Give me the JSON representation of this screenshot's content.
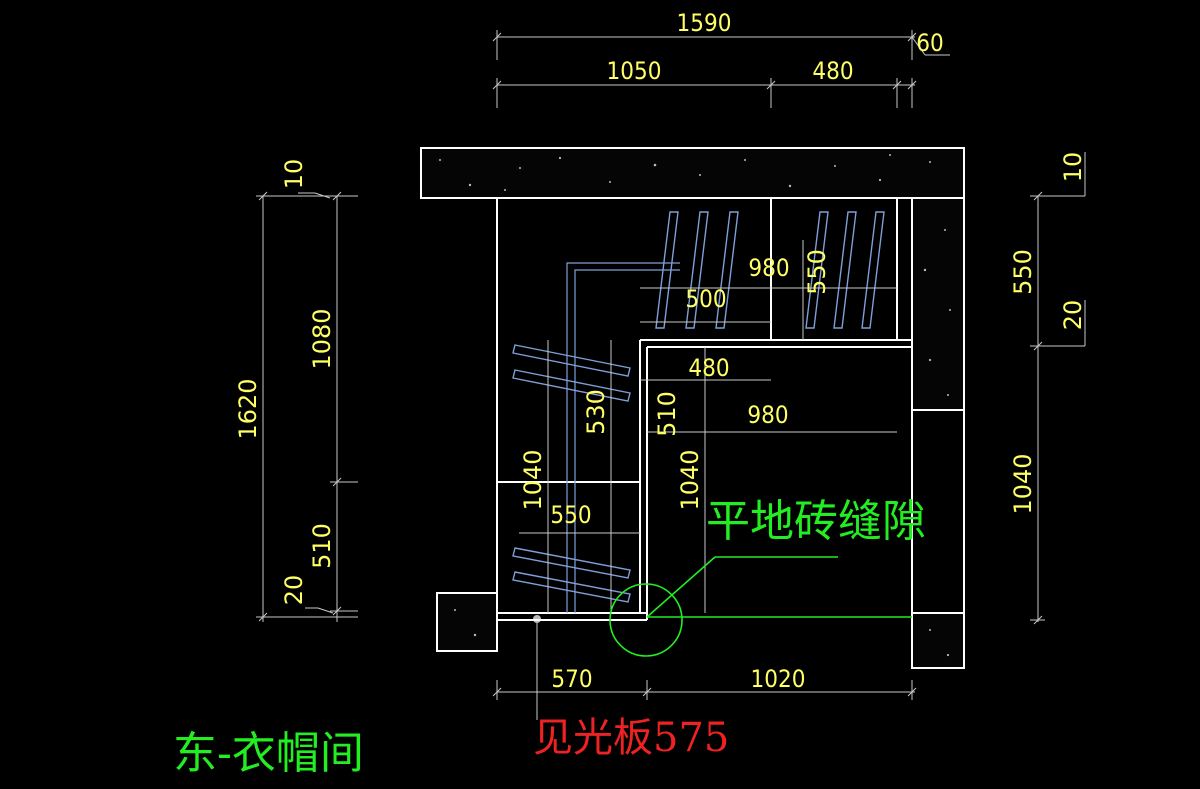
{
  "drawing": {
    "title": "东-衣帽间",
    "gap_note": "平地砖缝隙",
    "panel_note": "见光板575",
    "colors": {
      "background": "#000000",
      "walls": "#ffffff",
      "dimensions": "#ffff66",
      "hangers": "#7f9fd8",
      "annotation": "#22ee22",
      "note": "#ee2222"
    }
  },
  "dimensions": {
    "top_overall": "1590",
    "top_left": "1050",
    "top_right": "480",
    "top_edge": "60",
    "left_total": "1620",
    "left_upper": "1080",
    "left_lower": "510",
    "left_top_gap": "10",
    "left_bottom_gap": "20",
    "right_top_gap": "10",
    "right_upper": "550",
    "right_mid_gap": "20",
    "right_lower": "1040",
    "bottom_left": "570",
    "bottom_right": "1020",
    "inner_980_top": "980",
    "inner_550_top": "550",
    "inner_500": "500",
    "inner_480": "480",
    "inner_980_mid": "980",
    "inner_530": "530",
    "inner_510": "510",
    "inner_1040_left": "1040",
    "inner_1040_mid": "1040",
    "inner_550_bottom": "550"
  }
}
